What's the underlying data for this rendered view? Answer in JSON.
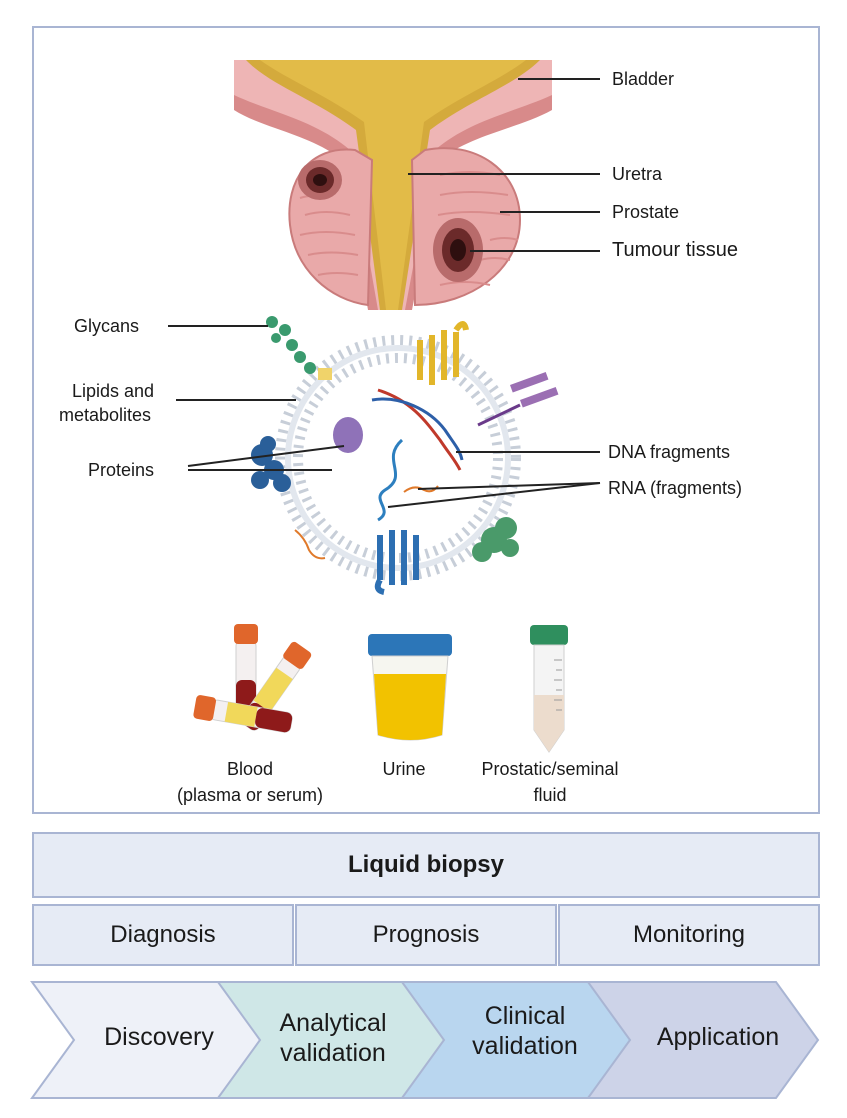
{
  "anatomy_labels": {
    "bladder": "Bladder",
    "uretra": "Uretra",
    "prostate": "Prostate",
    "tumour": "Tumour tissue"
  },
  "vesicle_labels": {
    "glycans": "Glycans",
    "lipids_line1": "Lipids and",
    "lipids_line2": "metabolites",
    "proteins": "Proteins",
    "dna": "DNA fragments",
    "rna": "RNA (fragments)"
  },
  "samples": {
    "blood_line1": "Blood",
    "blood_line2": "(plasma or serum)",
    "urine": "Urine",
    "seminal_line1": "Prostatic/seminal",
    "seminal_line2": "fluid"
  },
  "liquid_biopsy": "Liquid biopsy",
  "uses": [
    "Diagnosis",
    "Prognosis",
    "Monitoring"
  ],
  "pipeline": [
    {
      "line1": "Discovery",
      "line2": "",
      "color": "#eef1f8"
    },
    {
      "line1": "Analytical",
      "line2": "validation",
      "color": "#cfe7e7"
    },
    {
      "line1": "Clinical",
      "line2": "validation",
      "color": "#b9d6ef"
    },
    {
      "line1": "Application",
      "line2": "",
      "color": "#cdd3e8"
    }
  ],
  "colors": {
    "frame_border": "#a9b5d3",
    "box_fill": "#e6ebf5",
    "urine": "#f2c200",
    "urine_lid": "#2c76b8",
    "blood": "#9b1b1b",
    "tube_cap": "#e0662b"
  }
}
